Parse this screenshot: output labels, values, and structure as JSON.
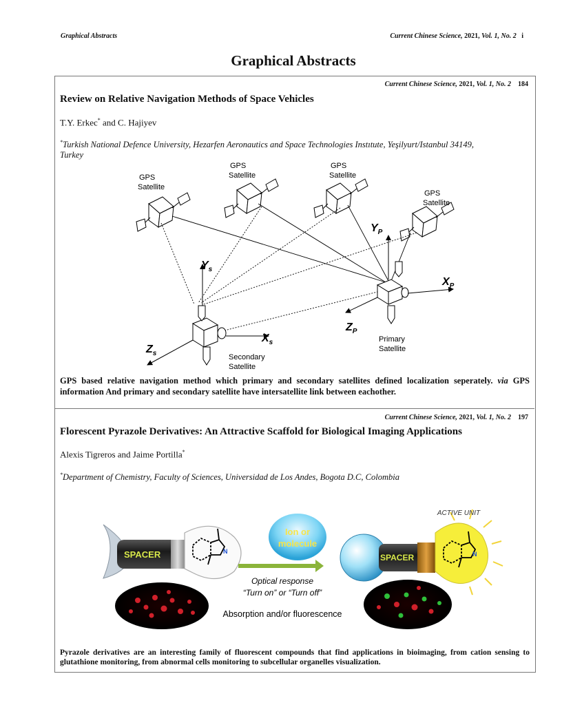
{
  "running_header": {
    "left": "Graphical Abstracts",
    "journal": "Current Chinese Science,",
    "year": "2021,",
    "volume": "Vol. 1, No. 2",
    "page": "i"
  },
  "page_title": "Graphical Abstracts",
  "articles": [
    {
      "citation": {
        "journal": "Current Chinese Science,",
        "year": "2021,",
        "volume": "Vol. 1, No. 2",
        "page": "184"
      },
      "title": "Review on Relative Navigation Methods of Space Vehicles",
      "authors": {
        "first": "T.Y. Erkec",
        "marker": "*",
        "rest": " and C. Hajiyev"
      },
      "affiliation": {
        "marker": "*",
        "line1": "Turkish National Defence University, Hezarfen Aeronautics and Space Technologies Instıtute, Yeşilyurt/Istanbul 34149,",
        "line2": "Turkey"
      },
      "figure": {
        "gps_label_1": "GPS",
        "gps_label_2": "Satellite",
        "axis_ys": "Y",
        "axis_ys_sub": "s",
        "axis_xs": "X",
        "axis_xs_sub": "s",
        "axis_zs": "Z",
        "axis_zs_sub": "s",
        "axis_yp": "Y",
        "axis_yp_sub": "P",
        "axis_xp": "X",
        "axis_xp_sub": "P",
        "axis_zp": "Z",
        "axis_zp_sub": "P",
        "primary_1": "Primary",
        "primary_2": "Satellite",
        "secondary_1": "Secondary",
        "secondary_2": "Satellite"
      },
      "caption_part1": "GPS based relative navigation method which primary and secondary satellites defined localization seperately. ",
      "caption_via": "via",
      "caption_part2": " GPS information And primary and secondary satellite have intersatellite link between eachother."
    },
    {
      "citation": {
        "journal": "Current Chinese Science,",
        "year": "2021,",
        "volume": "Vol. 1, No. 2",
        "page": "197"
      },
      "title": "Florescent Pyrazole Derivatives: An Attractive Scaffold for Biological Imaging Applications",
      "authors": {
        "first": "Alexis Tigreros and Jaime Portilla",
        "marker": "*",
        "rest": ""
      },
      "affiliation": {
        "marker": "*",
        "line1": "Department of Chemistry, Faculty of Sciences, Universidad de Los Andes, Bogota D.C, Colombia",
        "line2": ""
      },
      "figure": {
        "active_unit": "ACTIVE UNIT",
        "spacer": "SPACER",
        "ion_1": "Ion or",
        "ion_2": "molecule",
        "optical_1": "Optical response",
        "optical_2": "“Turn on” or “Turn off”",
        "absorption": "Absorption and/or fluorescence",
        "n_label": "N"
      },
      "caption": "Pyrazole derivatives are an interesting family of fluorescent compounds that find applications in bioimaging, from cation sensing to glutathione monitoring, from abnormal cells monitoring to subcellular organelles visualization."
    }
  ]
}
